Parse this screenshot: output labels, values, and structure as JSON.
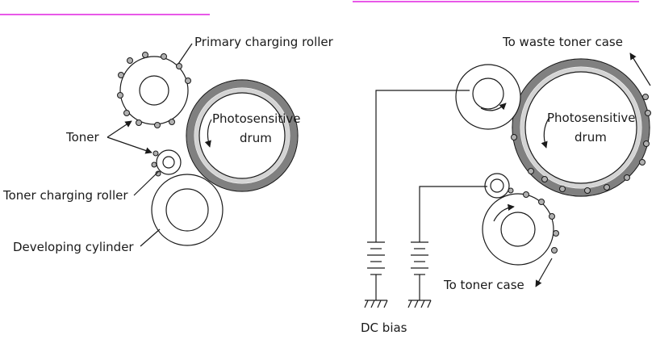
{
  "colors": {
    "header_rule": "#e020e0",
    "line": "#1a1a1a",
    "drum_ring": "#808080",
    "drum_inner_ring": "#d4d4d4",
    "toner_particle": "#b0b0b0"
  },
  "left": {
    "primary_charging_roller": "Primary charging roller",
    "photosensitive": "Photosensitive",
    "drum": "drum",
    "toner": "Toner",
    "toner_charging_roller": "Toner charging roller",
    "developing_cylinder": "Developing cylinder"
  },
  "right": {
    "to_waste_toner_case": "To waste toner case",
    "photosensitive": "Photosensitive",
    "drum": "drum",
    "to_toner_case": "To toner case",
    "dc_bias": "DC bias"
  },
  "icons": [
    "arrow-icon",
    "ground-icon",
    "battery-icon"
  ]
}
